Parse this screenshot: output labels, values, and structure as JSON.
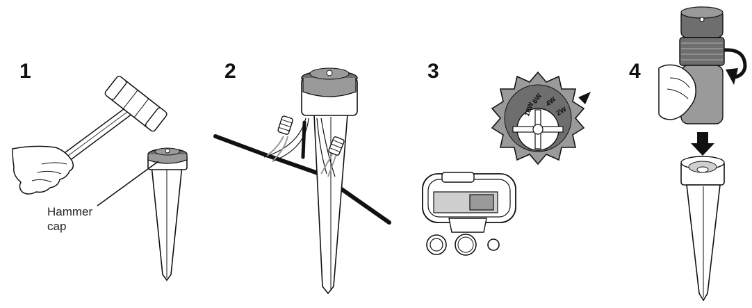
{
  "steps": [
    {
      "number": "1",
      "callout_line1": "Hammer",
      "callout_line2": "cap"
    },
    {
      "number": "2"
    },
    {
      "number": "3",
      "dial_labels": [
        "10W",
        "6W",
        "4W",
        "2W"
      ]
    },
    {
      "number": "4"
    }
  ],
  "colors": {
    "ink": "#111111",
    "dark_fill": "#6e6e6e",
    "mid_fill": "#9a9a9a",
    "light_fill": "#cfcfcf",
    "cable": "#111111"
  }
}
